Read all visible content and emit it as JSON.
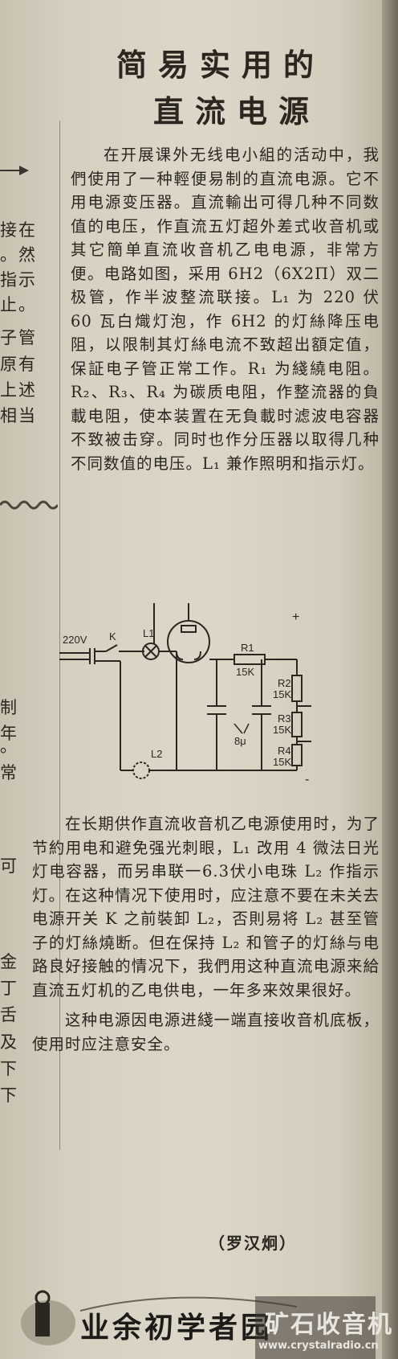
{
  "article": {
    "title_line1": "简易实用的",
    "title_line2": "直流电源",
    "paragraphs_top": [
      "在开展课外无线电小組的活动中，我們使用了一种輕便易制的直流电源。它不用电源变压器。直流輸出可得几种不同数值的电压，作直流五灯超外差式收音机或其它簡单直流收音机乙电电源，非常方便。电路如图，采用 6H2（6X2П）双二极管，作半波整流联接。L₁ 为 220 伏 60 瓦白熾灯泡，作 6H2 的灯絲降压电阻，以限制其灯絲电流不致超出額定值，保証电子管正常工作。R₁ 为綫繞电阻。R₂、R₃、R₄ 为碳质电阻，作整流器的負載电阻，使本装置在无負載时滤波电容器不致被击穿。同时也作分压器以取得几种不同数值的电压。L₁ 兼作照明和指示灯。"
    ],
    "paragraphs_bottom": [
      "在长期供作直流收音机乙电源使用时，为了节約用电和避免强光刺眼，L₁ 改用 4 微法日光灯电容器，而另串联一6.3伏小电珠 L₂ 作指示灯。在这种情况下使用时，应注意不要在未关去电源开关 K 之前裝卸 L₂，否則易将 L₂ 甚至管子的灯絲燒断。但在保持 L₂ 和管子的灯絲与电路良好接触的情况下，我們用这种直流电源来給直流五灯机的乙电供电，一年多来效果很好。",
      "这种电源因电源进綫一端直接收音机底板，使用时应注意安全。"
    ],
    "author": "（罗汉炯）"
  },
  "left_column_fragments": [
    "接在",
    "。然",
    "指示",
    "止。",
    "子管",
    "原有",
    "上述",
    "相当",
    "制",
    "年",
    "。",
    "常",
    "可",
    "金",
    "丁",
    "舌",
    "及",
    "下",
    "下"
  ],
  "circuit": {
    "input_label": "220V",
    "switch_label": "K",
    "lamp1_label": "L1",
    "lamp2_label": "L2",
    "r1_label": "R1",
    "r1_value": "15K",
    "r2_label": "R2",
    "r2_value": "15K",
    "r3_label": "R3",
    "r3_value": "15K",
    "r4_label": "R4",
    "r4_value": "15K",
    "cap_label": "8μ",
    "plus_label": "+",
    "minus_label": "-"
  },
  "footer": {
    "column_name": "业余初学者园",
    "watermark_cn": "矿石收音机",
    "watermark_url": "www.crystalradio.cn"
  },
  "colors": {
    "paper": "#d8d2c4",
    "ink": "#2a2620",
    "watermark_bg": "#3a3530"
  }
}
